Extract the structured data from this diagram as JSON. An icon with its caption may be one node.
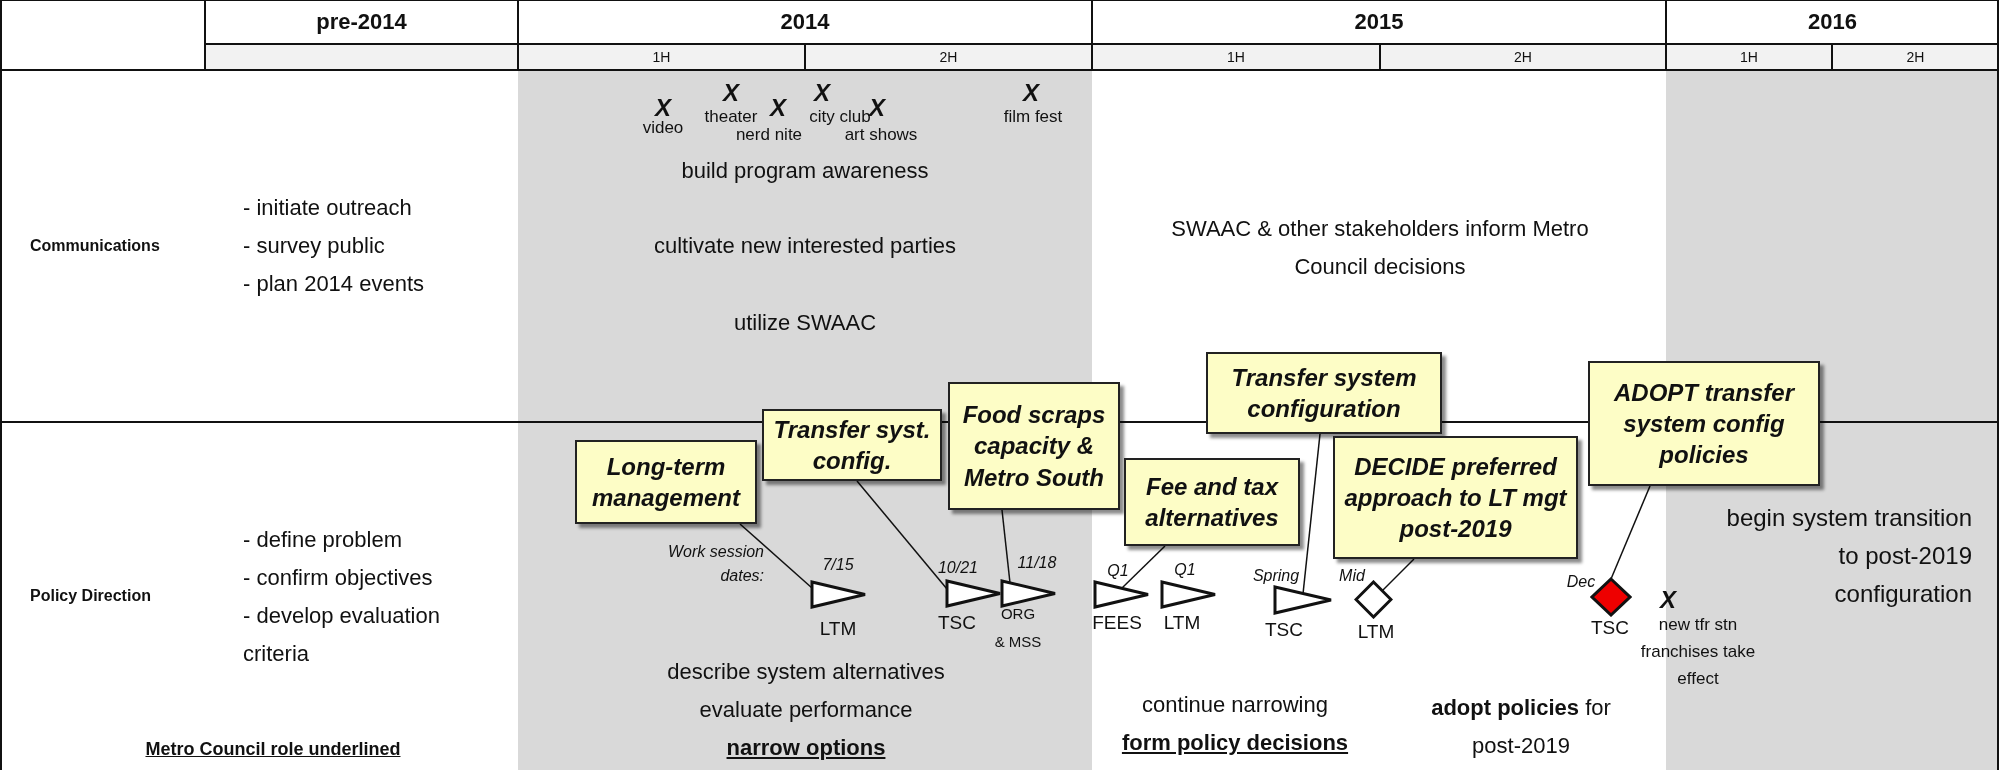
{
  "diagram": {
    "nodes": [
      {
        "text": [
          "Long-term management"
        ]
      },
      {
        "text": [
          "Transfer syst. config."
        ]
      },
      {
        "text": [
          "Food scraps capacity & Metro South"
        ]
      },
      {
        "text": [
          "Fee and tax alternatives"
        ]
      },
      {
        "text": [
          "Transfer system configuration"
        ]
      },
      {
        "text": [
          "**DECIDE** preferred approach to LT mgt post-2019"
        ]
      },
      {
        "text": [
          "**ADOPT** transfer system config policies"
        ]
      },
      {
        "text": [],
        "shape": "triangle",
        "beside": [
          "7/15",
          "LTM"
        ]
      },
      {
        "text": [],
        "shape": "triangle",
        "beside": [
          "10/21",
          "TSC"
        ]
      },
      {
        "text": [],
        "shape": "triangle",
        "beside": [
          "11/18",
          "ORG & MSS"
        ]
      },
      {
        "text": [],
        "shape": "triangle",
        "beside": [
          "Q1",
          "FEES"
        ]
      },
      {
        "text": [],
        "shape": "triangle",
        "beside": [
          "Q1",
          "LTM"
        ]
      },
      {
        "text": [],
        "shape": "triangle",
        "beside": [
          "Spring",
          "TSC"
        ]
      },
      {
        "text": [],
        "shape": "diamond",
        "beside": [
          "Mid",
          "LTM"
        ]
      },
      {
        "text": [],
        "shape": "diamond",
        "beside": [
          "Dec",
          "TSC"
        ]
      }
    ],
    "edges": [
      {
        "from": 0,
        "to": 7,
        "arrow": "none"
      },
      {
        "from": 1,
        "to": 8,
        "arrow": "none"
      },
      {
        "from": 2,
        "to": 9,
        "arrow": "none"
      },
      {
        "from": 3,
        "to": 10,
        "arrow": "none"
      },
      {
        "from": 4,
        "to": 12,
        "arrow": "none"
      },
      {
        "from": 5,
        "to": 13,
        "arrow": "none"
      },
      {
        "from": 6,
        "to": 14,
        "arrow": "none"
      }
    ],
    "labels": [
      "pre-2014",
      "2014",
      "2015",
      "2016",
      "1H",
      "2H",
      "1H",
      "2H",
      "1H",
      "2H",
      "X",
      "video",
      "X",
      "theater",
      "X",
      "nerd nite",
      "X",
      "city club",
      "X",
      "art shows",
      "X",
      "film fest",
      "Communications",
      "- initiate outreach",
      "- survey public",
      "- plan 2014 events",
      "build program awareness",
      "cultivate new interested parties",
      "utilize SWAAC",
      "SWAAC & other stakeholders inform Metro Council decisions",
      "Policy Direction",
      "- define problem",
      "- confirm objectives",
      "- develop evaluation criteria",
      "Work session dates:",
      "X",
      "new tfr stn franchises take effect",
      "begin system transition to post-2019 configuration",
      "describe system alternatives",
      "evaluate performance",
      "narrow options",
      "continue narrowing",
      "form policy decisions",
      "**adopt policies** for post-2019",
      "Metro Council role underlined"
    ]
  }
}
